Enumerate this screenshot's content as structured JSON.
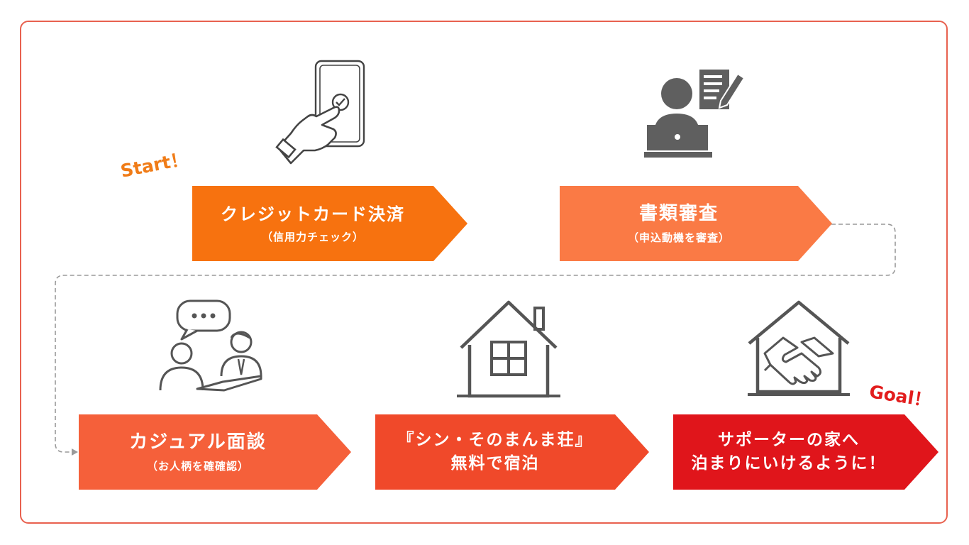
{
  "diagram": {
    "start_label": "Start！",
    "goal_label": "Goal！",
    "steps": [
      {
        "line1": "クレジットカード決済",
        "line2": "（信用力チェック）",
        "color": "#f7720f",
        "icon": "smartphone-tap-icon"
      },
      {
        "line1": "書類審査",
        "line2": "（申込動機を審査）",
        "color": "#fa7a45",
        "icon": "person-laptop-document-icon"
      },
      {
        "line1": "カジュアル面談",
        "line2": "（お人柄を確確認）",
        "color": "#f5603a",
        "icon": "conversation-icon"
      },
      {
        "line1": "『シン・そのまんま荘』",
        "line2": "無料で宿泊",
        "color": "#f0492a",
        "icon": "house-icon"
      },
      {
        "line1": "サポーターの家へ",
        "line2": "泊まりにいけるように！",
        "color": "#e0151b",
        "icon": "house-handshake-icon"
      }
    ]
  }
}
